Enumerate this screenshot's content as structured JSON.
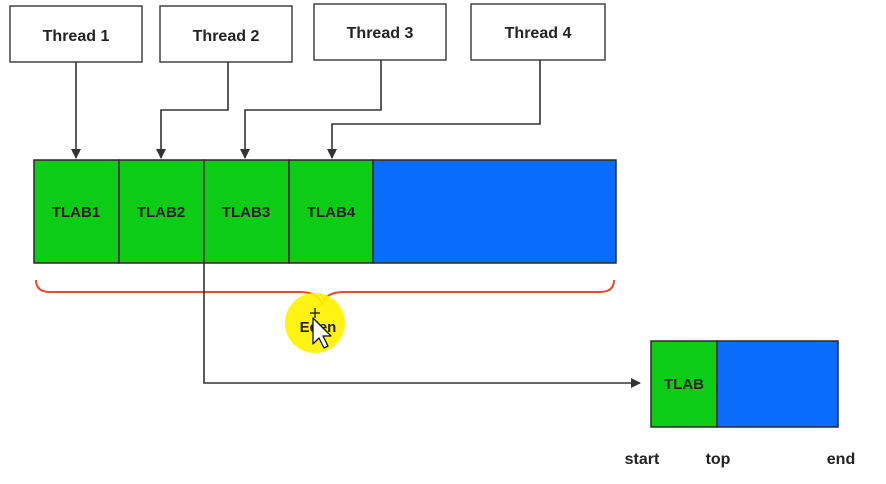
{
  "colors": {
    "allocated": "#0dcc15",
    "free": "#0a6cfb",
    "brace": "#e84a2a",
    "cursor_highlight": "#fff200",
    "line": "#333333"
  },
  "threads": [
    {
      "label": "Thread 1"
    },
    {
      "label": "Thread 2"
    },
    {
      "label": "Thread 3"
    },
    {
      "label": "Thread 4"
    }
  ],
  "eden": {
    "label": "Eden",
    "tlabs": [
      {
        "label": "TLAB1"
      },
      {
        "label": "TLAB2"
      },
      {
        "label": "TLAB3"
      },
      {
        "label": "TLAB4"
      }
    ]
  },
  "tlab_detail": {
    "label": "TLAB",
    "pointers": {
      "start": "start",
      "top": "top",
      "end": "end"
    }
  },
  "icons": {
    "cursor": "cursor-arrow-icon"
  }
}
